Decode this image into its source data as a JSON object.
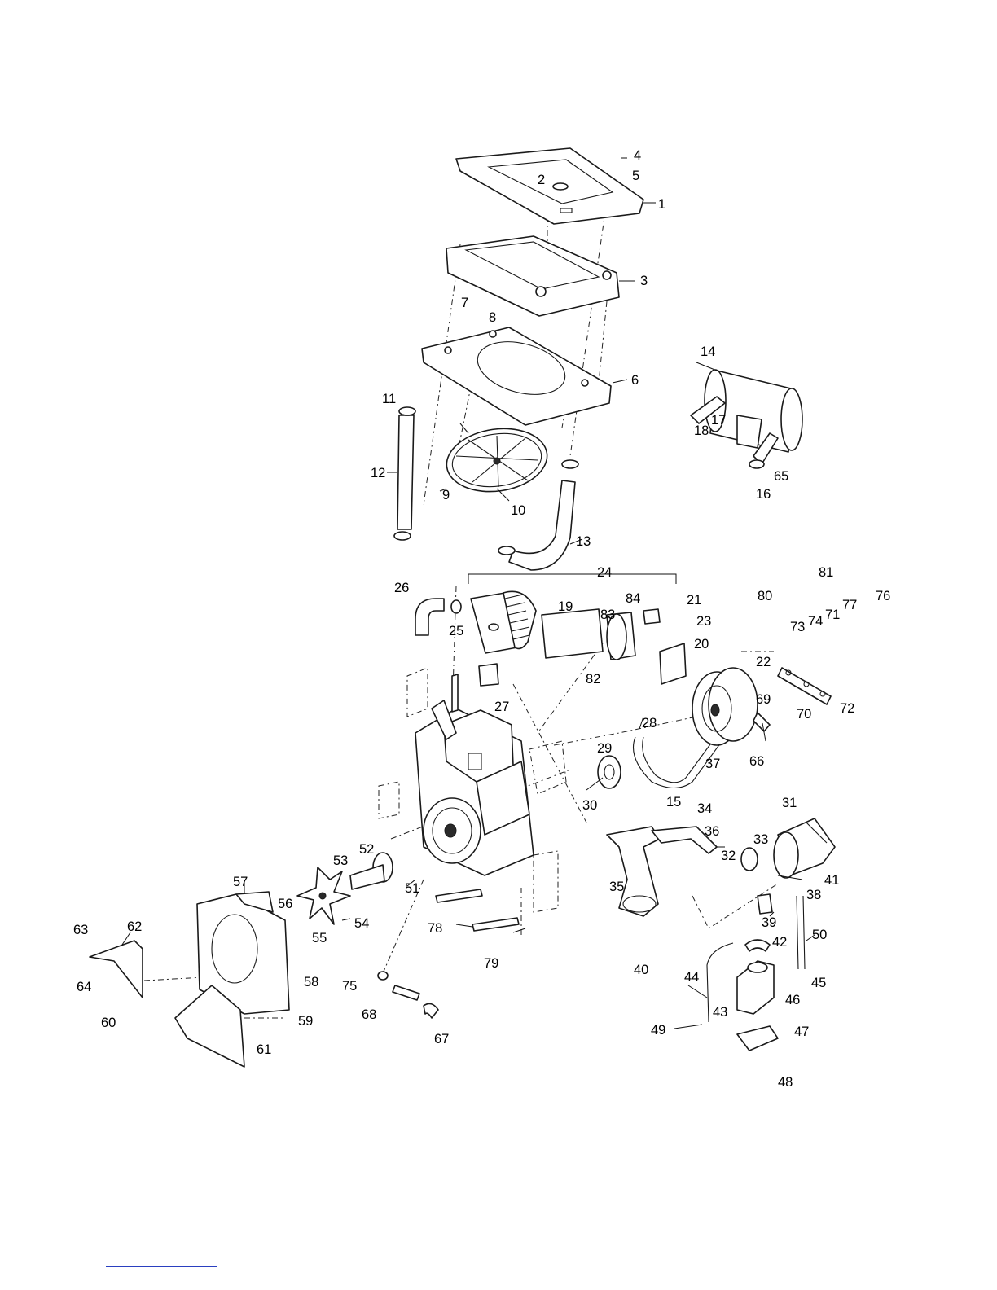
{
  "diagram": {
    "labels": [
      "1",
      "2",
      "3",
      "4",
      "5",
      "6",
      "7",
      "8",
      "9",
      "10",
      "11",
      "12",
      "13",
      "14",
      "15",
      "16",
      "17",
      "18",
      "19",
      "20",
      "21",
      "22",
      "23",
      "24",
      "25",
      "26",
      "27",
      "28",
      "29",
      "30",
      "31",
      "32",
      "33",
      "34",
      "35",
      "36",
      "37",
      "38",
      "39",
      "40",
      "41",
      "42",
      "43",
      "44",
      "45",
      "46",
      "47",
      "48",
      "49",
      "50",
      "51",
      "52",
      "53",
      "54",
      "55",
      "56",
      "57",
      "58",
      "59",
      "60",
      "61",
      "62",
      "63",
      "64",
      "65",
      "66",
      "67",
      "68",
      "69",
      "70",
      "71",
      "72",
      "73",
      "74",
      "75",
      "76",
      "77",
      "78",
      "79",
      "80",
      "81",
      "82",
      "83",
      "84"
    ]
  }
}
